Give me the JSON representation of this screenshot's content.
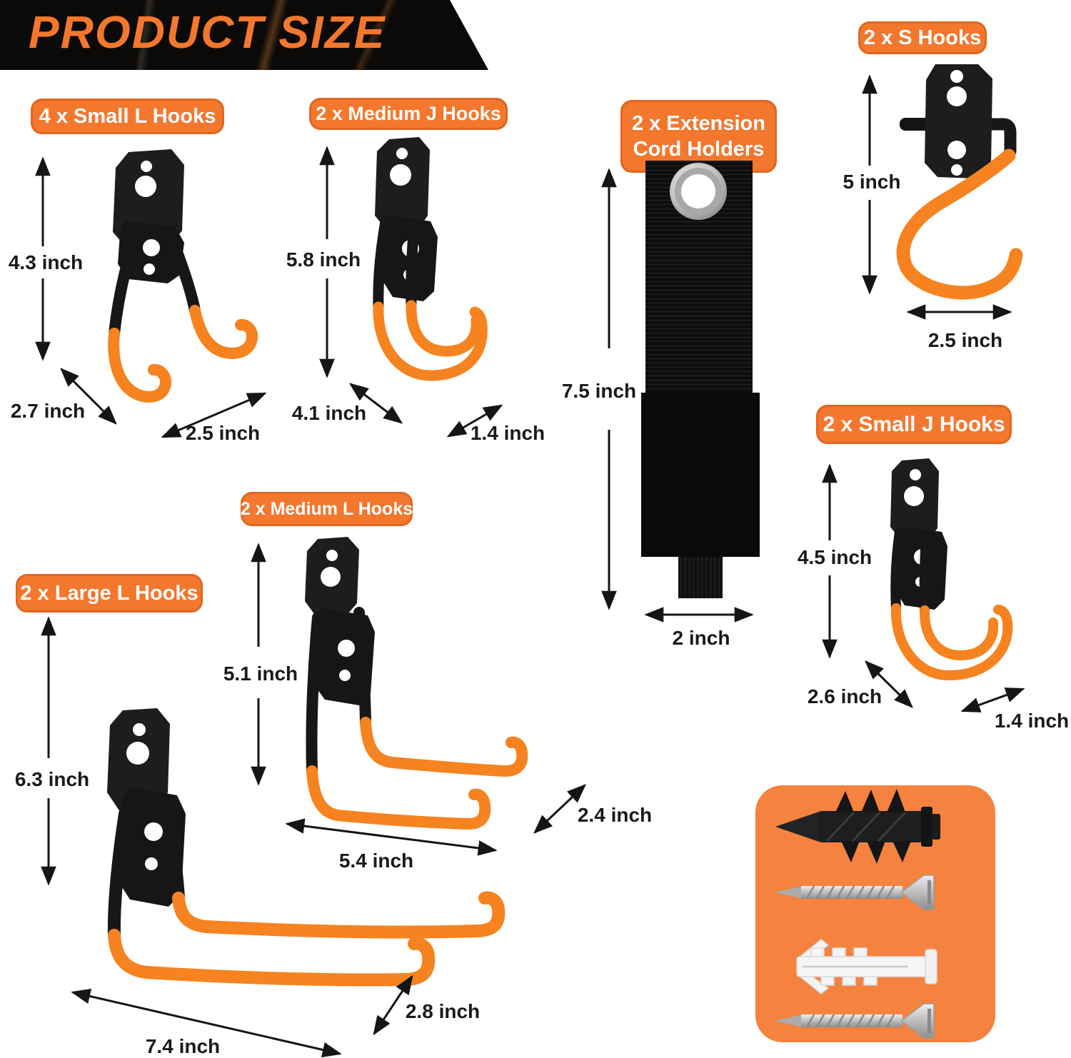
{
  "banner": {
    "title": "PRODUCT SIZE"
  },
  "colors": {
    "label_orange": "#F4772E",
    "label_border": "#E2661F",
    "hook_orange": "#F6831F",
    "hardware_panel_orange": "#F5823E",
    "metal_black": "#1B1B1B",
    "dimension_text": "#1A1A1A",
    "screw_silver": "#C9C9C9",
    "grommet_silver": "#CFCFCF"
  },
  "products": {
    "small_l_hooks": {
      "label": "4 x Small L Hooks",
      "dims": {
        "height": "4.3 inch",
        "depth": "2.7 inch",
        "width": "2.5 inch"
      }
    },
    "medium_j_hooks": {
      "label": "2 x Medium J Hooks",
      "dims": {
        "height": "5.8 inch",
        "depth": "4.1 inch",
        "width": "1.4 inch"
      }
    },
    "extension_cord_holders": {
      "label_lines": [
        "2 x Extension",
        "Cord Holders"
      ],
      "dims": {
        "height": "7.5 inch",
        "width": "2 inch"
      }
    },
    "s_hooks": {
      "label": "2 x S Hooks",
      "dims": {
        "height": "5 inch",
        "width": "2.5 inch"
      }
    },
    "small_j_hooks": {
      "label": "2 x Small J Hooks",
      "dims": {
        "height": "4.5 inch",
        "depth": "2.6 inch",
        "width": "1.4 inch"
      }
    },
    "medium_l_hooks": {
      "label": "2 x Medium L Hooks",
      "dims": {
        "height": "5.1 inch",
        "width": "5.4 inch",
        "depth": "2.4 inch"
      }
    },
    "large_l_hooks": {
      "label": "2 x Large L Hooks",
      "dims": {
        "height": "6.3 inch",
        "width": "7.4 inch",
        "depth": "2.8 inch"
      }
    }
  },
  "hardware_panel": {
    "items": [
      "drywall-anchor-icon",
      "screw-icon",
      "wall-plug-icon",
      "screw-icon"
    ]
  }
}
